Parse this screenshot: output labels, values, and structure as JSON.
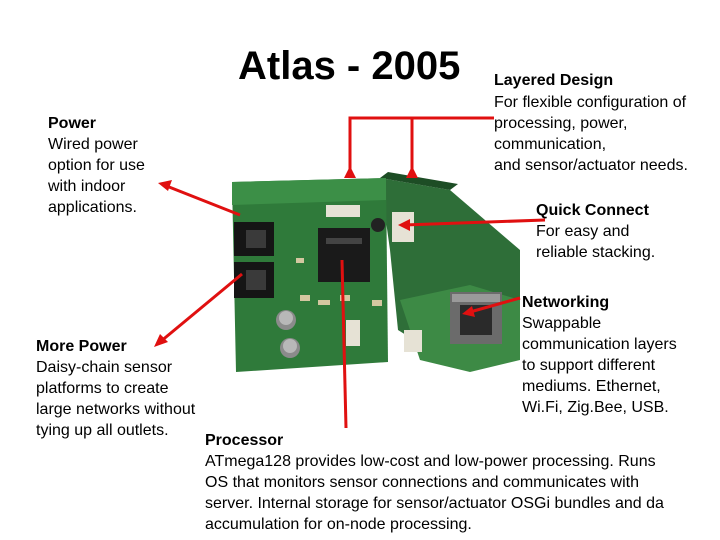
{
  "title": "Atlas - 2005",
  "layered": {
    "heading": "Layered Design",
    "lines": [
      "For flexible configuration of",
      "processing, power,",
      "communication,",
      "and sensor/actuator needs."
    ]
  },
  "power": {
    "heading": "Power",
    "lines": [
      "Wired power",
      "option for use",
      "with indoor",
      "applications."
    ]
  },
  "quick": {
    "heading": "Quick Connect",
    "lines": [
      "For easy and",
      "reliable stacking."
    ]
  },
  "networking": {
    "heading": "Networking",
    "lines": [
      "Swappable",
      "communication layers",
      "to support different",
      "mediums. Ethernet,",
      "Wi.Fi, Zig.Bee, USB."
    ]
  },
  "morepower": {
    "heading": "More Power",
    "lines": [
      "Daisy-chain sensor",
      "platforms to create",
      "large networks without",
      "tying up all outlets."
    ]
  },
  "processor": {
    "heading": "Processor",
    "lines": [
      "ATmega128 provides low-cost and low-power processing. Runs",
      "OS that monitors sensor connections and communicates with",
      "server. Internal storage for sensor/actuator OSGi bundles and da",
      "accumulation for on-node processing."
    ]
  },
  "colors": {
    "arrow": "#e01010",
    "board": "#2f7a3a",
    "board_dark": "#1f5a2a"
  }
}
